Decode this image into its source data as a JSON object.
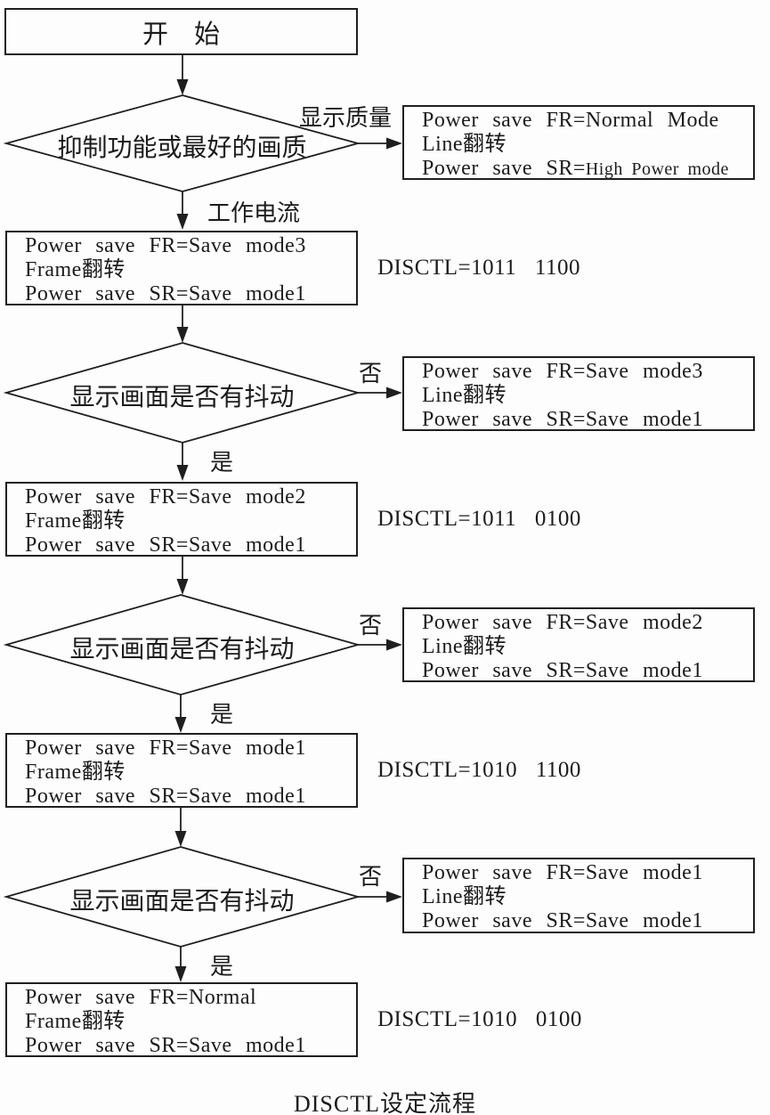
{
  "caption": "DISCTL设定流程",
  "start": {
    "label": "开　始"
  },
  "decision1": {
    "text": "抑制功能或最好的画质",
    "right_branch_label": "显示质量",
    "down_branch_label": "工作电流"
  },
  "decisions": [
    {
      "text": "显示画面是否有抖动",
      "no_label": "否",
      "yes_label": "是"
    },
    {
      "text": "显示画面是否有抖动",
      "no_label": "否",
      "yes_label": "是"
    },
    {
      "text": "显示画面是否有抖动",
      "no_label": "否",
      "yes_label": "是"
    }
  ],
  "right_boxes": [
    {
      "line1": "Power save FR=Normal Mode",
      "line2": "Line翻转",
      "line3": "Power save SR=",
      "line3_small": "High Power mode"
    },
    {
      "line1": "Power save FR=Save mode3",
      "line2": "Line翻转",
      "line3": "Power save SR=Save mode1"
    },
    {
      "line1": "Power save FR=Save mode2",
      "line2": "Line翻转",
      "line3": "Power save SR=Save mode1"
    },
    {
      "line1": "Power save FR=Save mode1",
      "line2": "Line翻转",
      "line3": "Power save SR=Save mode1"
    }
  ],
  "process_boxes": [
    {
      "line1": "Power save FR=Save mode3",
      "line2": "Frame翻转",
      "line3": "Power save SR=Save mode1",
      "disctl": "DISCTL=1011 1100"
    },
    {
      "line1": "Power save FR=Save mode2",
      "line2": "Frame翻转",
      "line3": "Power save SR=Save mode1",
      "disctl": "DISCTL=1011 0100"
    },
    {
      "line1": "Power save FR=Save mode1",
      "line2": "Frame翻转",
      "line3": "Power save SR=Save mode1",
      "disctl": "DISCTL=1010 1100"
    },
    {
      "line1": "Power save FR=Normal",
      "line2": "Frame翻转",
      "line3": "Power save SR=Save mode1",
      "disctl": "DISCTL=1010 0100"
    }
  ],
  "colors": {
    "line": "#1f1f1f",
    "background": "#fdfdfd"
  }
}
